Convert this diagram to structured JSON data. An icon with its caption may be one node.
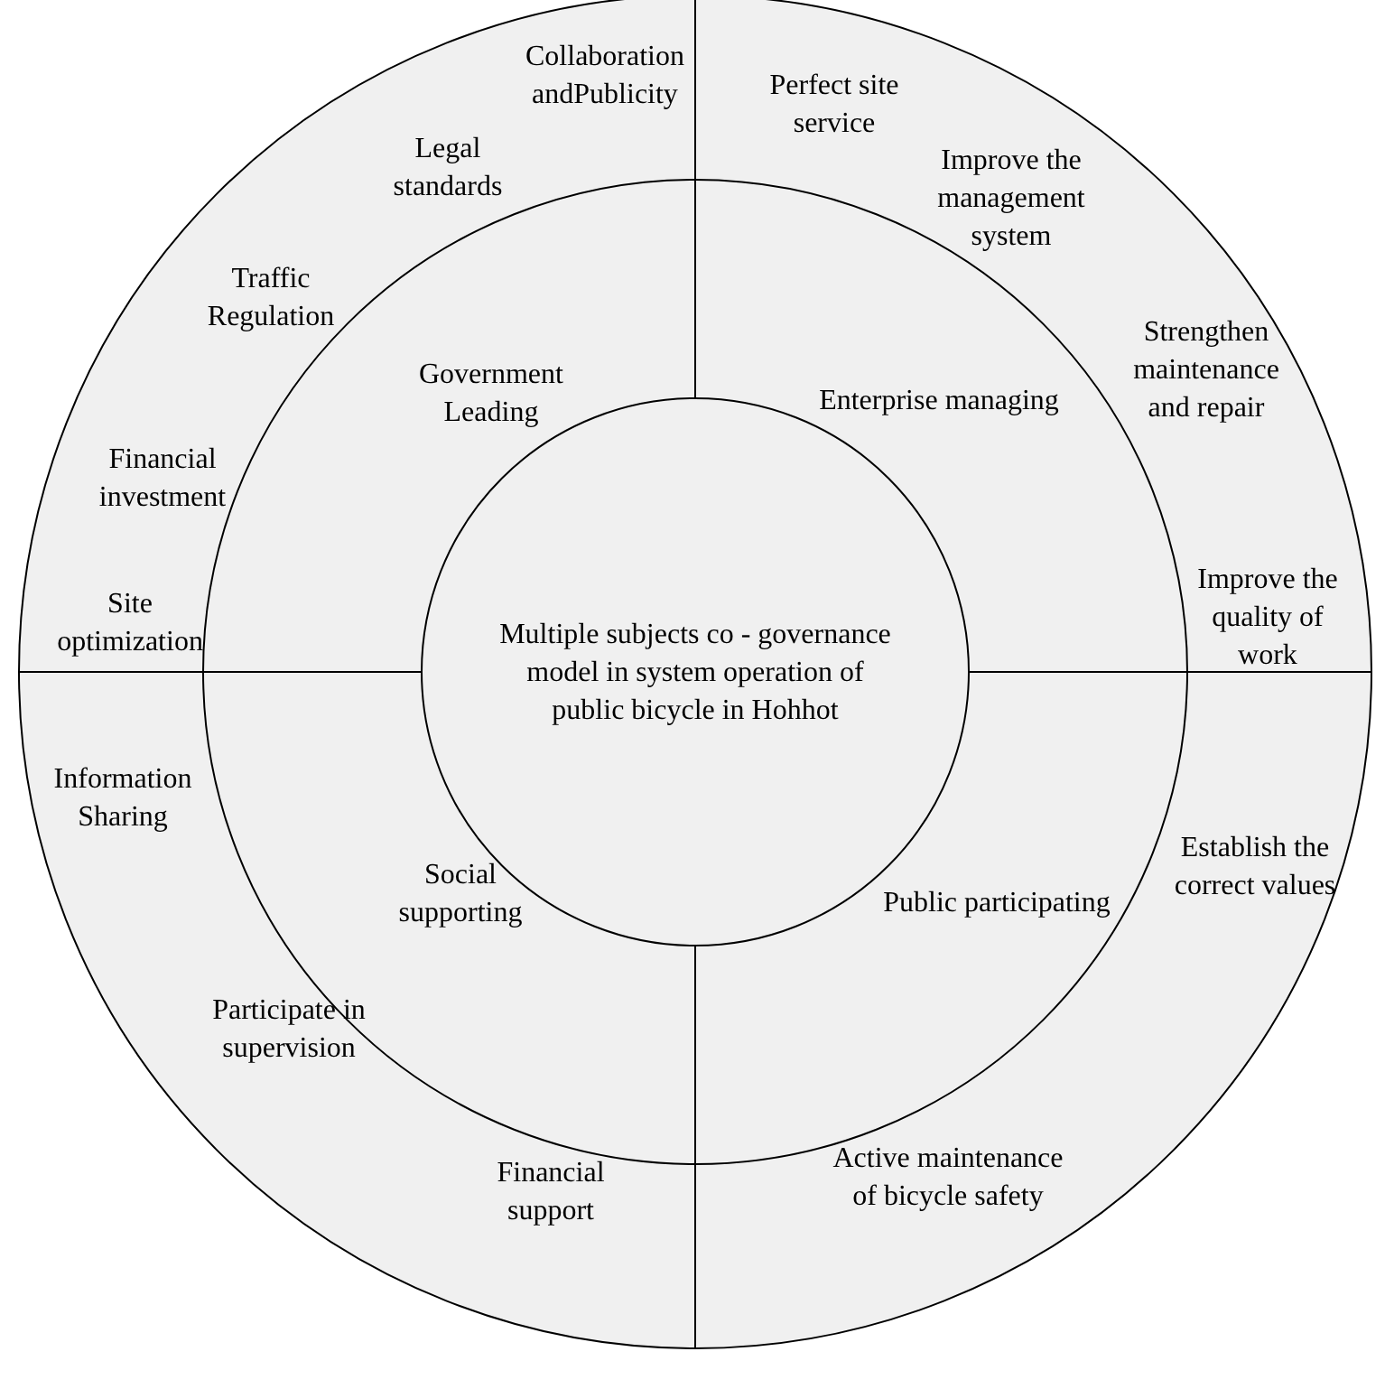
{
  "diagram": {
    "nodes": [
      {
        "text": [],
        "shape": "circle"
      },
      {
        "text": [],
        "shape": "circle",
        "in": 0
      },
      {
        "text": [
          "Multiple subjects co - governance model in system operation of public bicycle in Hohhot"
        ],
        "in": 1
      }
    ],
    "labels": [
      "Collaboration andPublicity",
      "Perfect site service",
      "Legal standards",
      "Improve the management system",
      "Traffic Regulation",
      "Government Leading",
      "Enterprise managing",
      "Strengthen maintenance and repair",
      "Financial investment",
      "Site optimization",
      "Improve the quality of work",
      "Information Sharing",
      "Establish the correct values",
      "Social supporting",
      "Public participating",
      "Participate in supervision",
      "Active maintenance of bicycle safety",
      "Financial support"
    ]
  }
}
